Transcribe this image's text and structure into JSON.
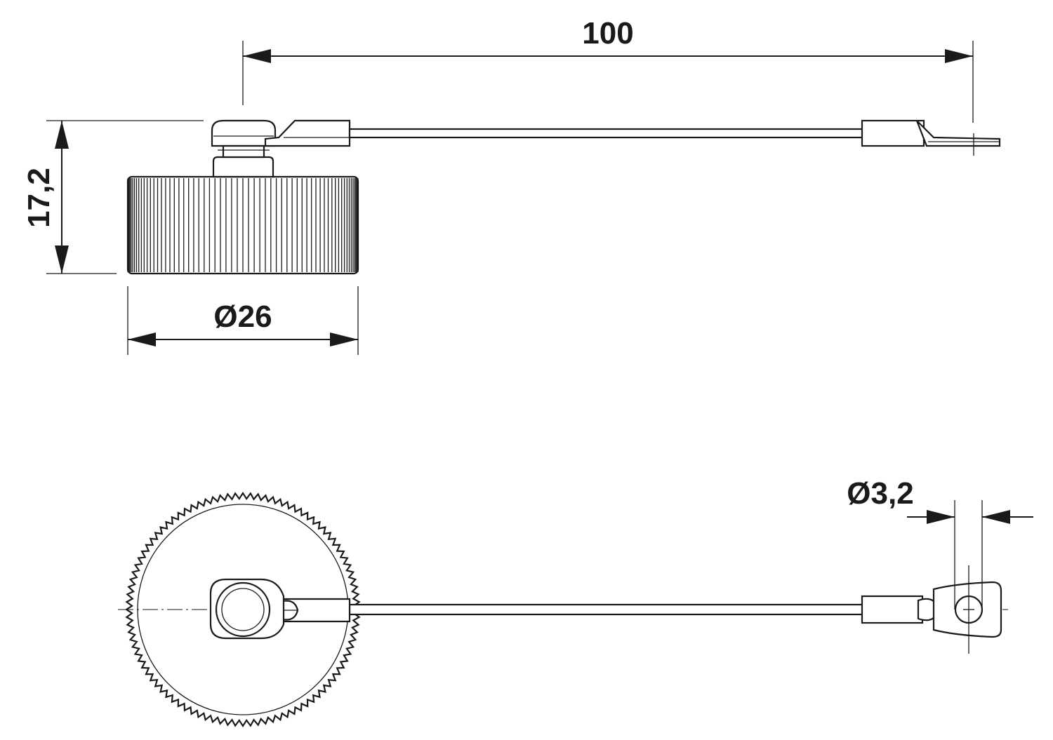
{
  "dimensions": {
    "length": "100",
    "height": "17,2",
    "diameter": "Ø26",
    "hole_diameter": "Ø3,2"
  },
  "colors": {
    "line": "#1a1a1a",
    "background": "#ffffff"
  }
}
